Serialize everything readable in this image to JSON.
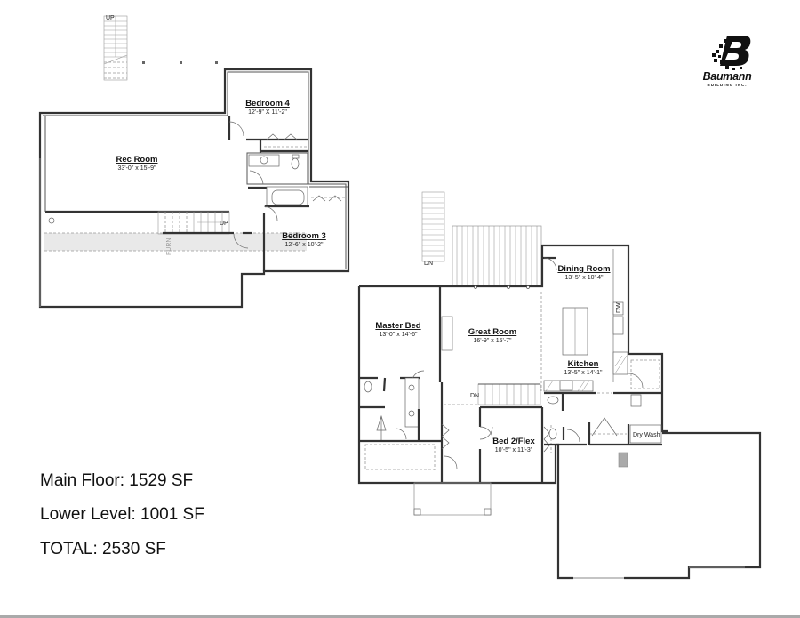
{
  "brand": {
    "name": "Baumann",
    "subtitle": "BUILDING INC.",
    "logo_icon": "stylized-b-pixel-logo",
    "color": "#111111"
  },
  "lower_level": {
    "stair_label_top": "UP",
    "stair_label": "UP",
    "furnace_label": "FURN",
    "rooms": [
      {
        "name": "Bedroom 4",
        "dimensions": "12'-9\" X 11'-2\""
      },
      {
        "name": "Rec Room",
        "dimensions": "33'-0\" x 15'-9\""
      },
      {
        "name": "Bedroom 3",
        "dimensions": "12'-6\" x 10'-2\""
      }
    ]
  },
  "main_floor": {
    "deck_stair_label": "DN",
    "interior_stair_label": "DN",
    "appliance_labels": {
      "dishwasher": "DW",
      "laundry": "Dry Wash"
    },
    "rooms": [
      {
        "name": "Dining Room",
        "dimensions": "13'-5\" x 10'-4\""
      },
      {
        "name": "Master Bed",
        "dimensions": "13'-0\" x 14'-6\""
      },
      {
        "name": "Great Room",
        "dimensions": "16'-9\" x 15'-7\""
      },
      {
        "name": "Kitchen",
        "dimensions": "13'-5\" x 14'-1\""
      },
      {
        "name": "Bed 2/Flex",
        "dimensions": "10'-5\" x 11'-3\""
      }
    ]
  },
  "square_footage": [
    {
      "label": "Main Floor: 1529 SF"
    },
    {
      "label": "Lower Level: 1001 SF"
    },
    {
      "label": "TOTAL: 2530 SF"
    }
  ],
  "colors": {
    "wall": "#333333",
    "shaded_band": "#e8e8e8",
    "background": "#ffffff",
    "bottom_rule": "#aaaaaa"
  }
}
